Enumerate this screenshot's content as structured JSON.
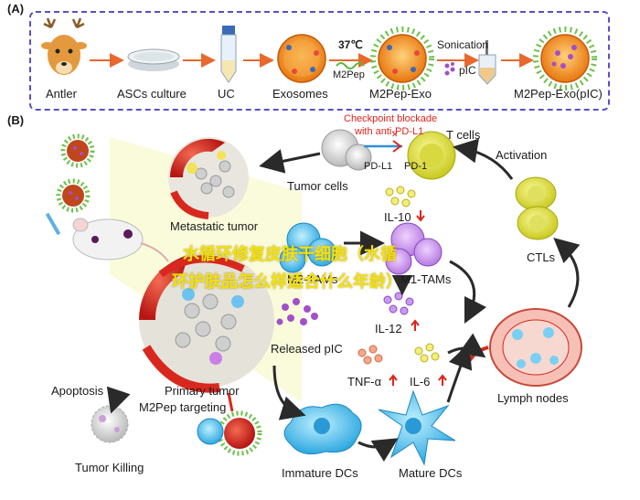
{
  "panelA": {
    "tag": "(A)",
    "steps": [
      {
        "id": "antler",
        "label": "Antler"
      },
      {
        "id": "ascs",
        "label": "ASCs culture"
      },
      {
        "id": "uc",
        "label": "UC"
      },
      {
        "id": "exosomes",
        "label": "Exosomes"
      },
      {
        "id": "m2pepexo",
        "label": "M2Pep-Exo"
      },
      {
        "id": "m2pepexopic",
        "label": "M2Pep-Exo(pIC)"
      }
    ],
    "temp": "37℃",
    "m2pep": "M2Pep",
    "sonication": "Sonication",
    "pic": "pIC"
  },
  "panelB": {
    "tag": "(B)",
    "checkpoint_line1": "Checkpoint blockade",
    "checkpoint_line2": "with anti-PD-L1",
    "t_cells": "T cells",
    "pd_l1": "PD-L1",
    "pd_1": "PD-1",
    "tumor_cells": "Tumor cells",
    "activation": "Activation",
    "metastatic_tumor": "Metastatic tumor",
    "il10": "IL-10",
    "m2tams": "M2-TAMs",
    "m1tams": "M1-TAMs",
    "ctls": "CTLs",
    "il12": "IL-12",
    "released_pic": "Released pIC",
    "tnf": "TNF-α",
    "il6": "IL-6",
    "lymph_nodes": "Lymph nodes",
    "primary_tumor": "Primary tumor",
    "apoptosis": "Apoptosis",
    "m2pep_targeting": "M2Pep targeting",
    "tumor_killing": "Tumor Killing",
    "immature_dcs": "Immature DCs",
    "mature_dcs": "Mature DCs"
  },
  "watermark": {
    "line1": "水循环修复皮肤干细胞（水循",
    "line2": "环护肤品怎么样适合什么年龄）"
  },
  "colors": {
    "frame": "#5a4fc4",
    "arrow_red": "#e0231b",
    "tumor_red": "#d8281e",
    "exo_core": "#f08a1e",
    "ctl_yellow": "#e8e84a",
    "dc_blue": "#5fc8f0",
    "pic_purple": "#a34fc8"
  }
}
